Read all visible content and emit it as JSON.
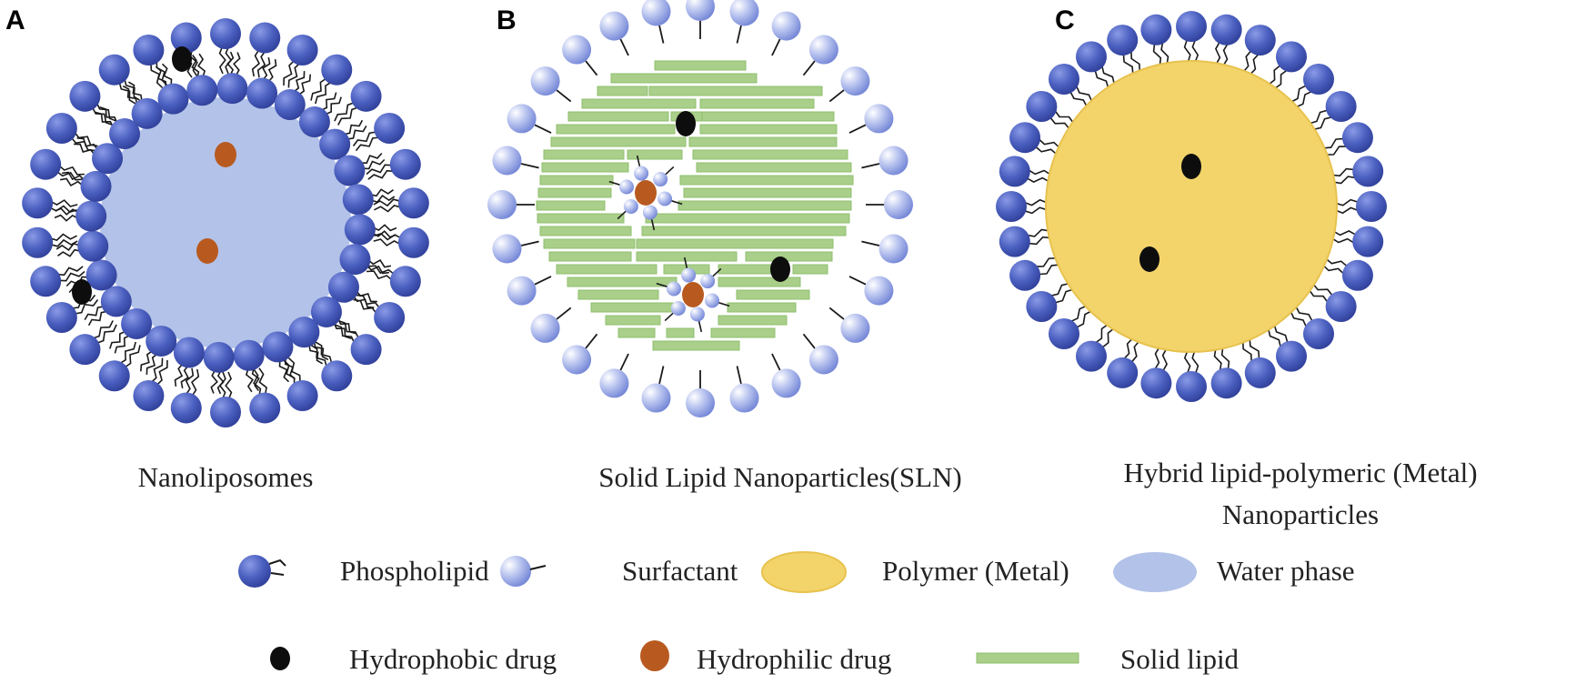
{
  "panels": [
    {
      "letter": "A",
      "caption_lines": [
        "Nanoliposomes"
      ]
    },
    {
      "letter": "B",
      "caption_lines": [
        "Solid Lipid Nanoparticles(SLN)"
      ]
    },
    {
      "letter": "C",
      "caption_lines": [
        "Hybrid lipid-polymeric (Metal)",
        "Nanoparticles"
      ]
    }
  ],
  "legend": {
    "phospholipid": "Phospholipid",
    "surfactant": "Surfactant",
    "polymer": "Polymer (Metal)",
    "water_phase": "Water phase",
    "hydrophobic_drug": "Hydrophobic drug",
    "hydrophilic_drug": "Hydrophilic drug",
    "solid_lipid": "Solid lipid"
  },
  "colors": {
    "phospholipid": "#4a5fbf",
    "surfactant": "#8e9de0",
    "water_phase": "#b3c2e8",
    "polymer": "#f2d46b",
    "polymer_edge": "#e8c24e",
    "hydrophobic_drug": "#0d0d0d",
    "hydrophilic_drug": "#b85a20",
    "solid_lipid": "#a9cf8a",
    "solid_lipid_edge": "#8fbf6c",
    "tail": "#1a1a1a"
  }
}
